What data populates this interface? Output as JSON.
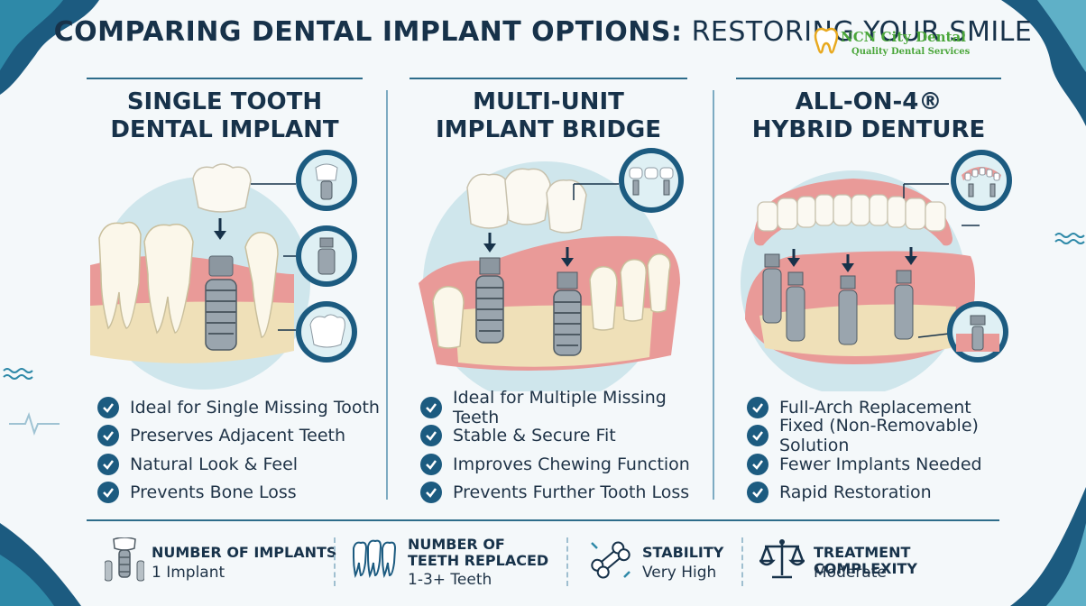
{
  "title": {
    "strong": "COMPARING DENTAL IMPLANT OPTIONS:",
    "light": "RESTORING YOUR SMILE"
  },
  "logo": {
    "name": "NCN City Dental",
    "tagline": "Quality Dental Services"
  },
  "columns": [
    {
      "title_lines": [
        "SINGLE TOOTH",
        "DENTAL IMPLANT"
      ],
      "features": [
        "Ideal for Single Missing Tooth",
        "Preserves Adjacent Teeth",
        "Natural Look & Feel",
        "Prevents Bone Loss"
      ]
    },
    {
      "title_lines": [
        "MULTI-UNIT",
        "IMPLANT BRIDGE"
      ],
      "features": [
        "Ideal for Multiple Missing Teeth",
        "Stable & Secure Fit",
        "Improves Chewing Function",
        "Prevents Further Tooth Loss"
      ]
    },
    {
      "title_lines": [
        "ALL-ON-4®",
        "HYBRID DENTURE"
      ],
      "features": [
        "Full-Arch Replacement",
        "Fixed (Non-Removable) Solution",
        "Fewer Implants Needed",
        "Rapid Restoration"
      ]
    }
  ],
  "stats": [
    {
      "icon": "implants-icon",
      "label_lines": [
        "NUMBER OF IMPLANTS"
      ],
      "value": "1 Implant"
    },
    {
      "icon": "teeth-icon",
      "label_lines": [
        "NUMBER OF",
        "TEETH REPLACED"
      ],
      "value": "1-3+ Teeth"
    },
    {
      "icon": "bone-icon",
      "label_lines": [
        "STABILITY"
      ],
      "value": "Very High"
    },
    {
      "icon": "scales-icon",
      "label_lines": [
        "TREATMENT COMPLEXITY"
      ],
      "value": "Moderate"
    }
  ],
  "colors": {
    "navy": "#17324a",
    "accent": "#1c5b80",
    "gum": "#e99a98",
    "bone": "#efe0b8",
    "logo_green": "#4aa63a"
  }
}
